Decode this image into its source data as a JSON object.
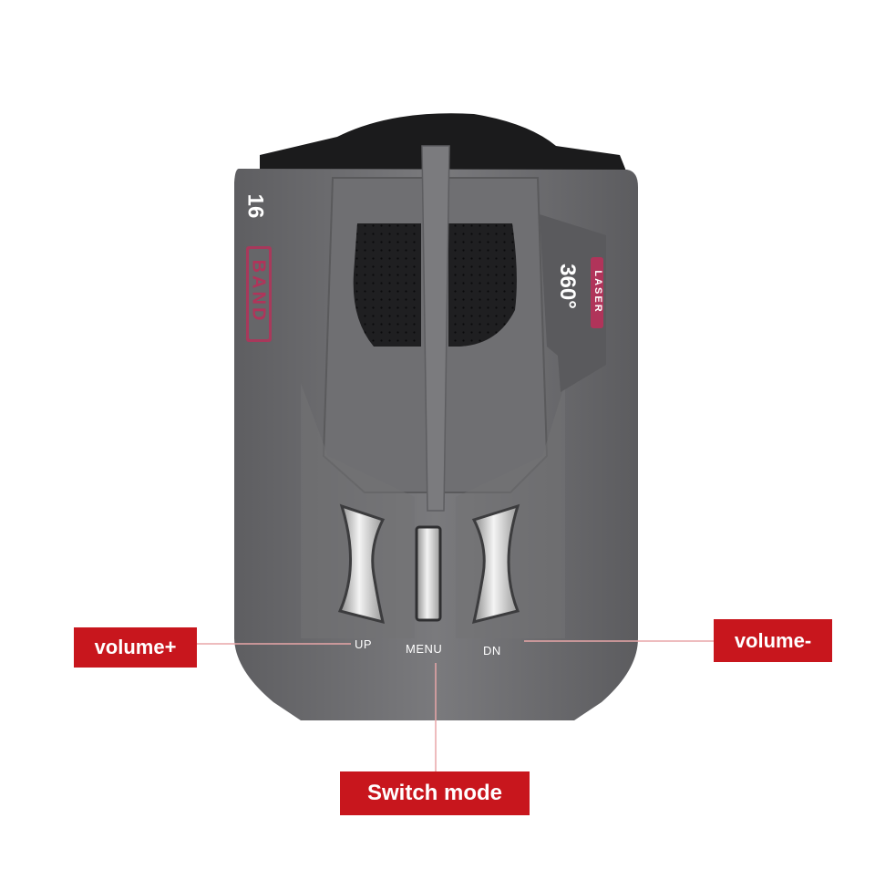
{
  "device": {
    "band_count": "16",
    "band_word": "BAND",
    "angle_text": "360°",
    "laser_word": "LASER",
    "body_color": "#6a6a6c",
    "accent_color": "#b0345a"
  },
  "buttons": {
    "up_label": "UP",
    "menu_label": "MENU",
    "dn_label": "DN"
  },
  "callouts": {
    "volume_up": "volume+",
    "volume_down": "volume-",
    "switch_mode": "Switch mode",
    "color": "#c8161d"
  }
}
